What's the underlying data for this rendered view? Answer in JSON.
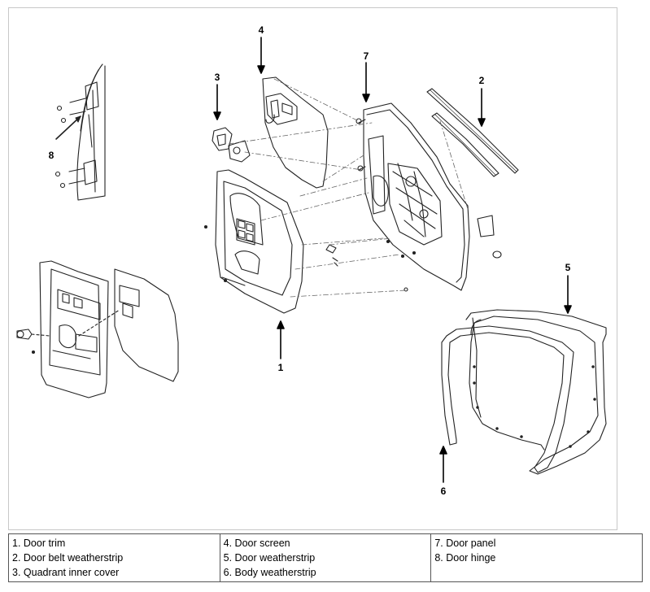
{
  "callouts": {
    "c1": "1",
    "c2": "2",
    "c3": "3",
    "c4": "4",
    "c5": "5",
    "c6": "6",
    "c7": "7",
    "c8": "8"
  },
  "legend": {
    "columns": [
      [
        "1. Door trim",
        "2. Door belt weatherstrip",
        "3. Quadrant inner cover"
      ],
      [
        "4. Door screen",
        "5. Door weatherstrip",
        "6. Body weatherstrip"
      ],
      [
        "7. Door panel",
        "8. Door hinge"
      ]
    ]
  }
}
